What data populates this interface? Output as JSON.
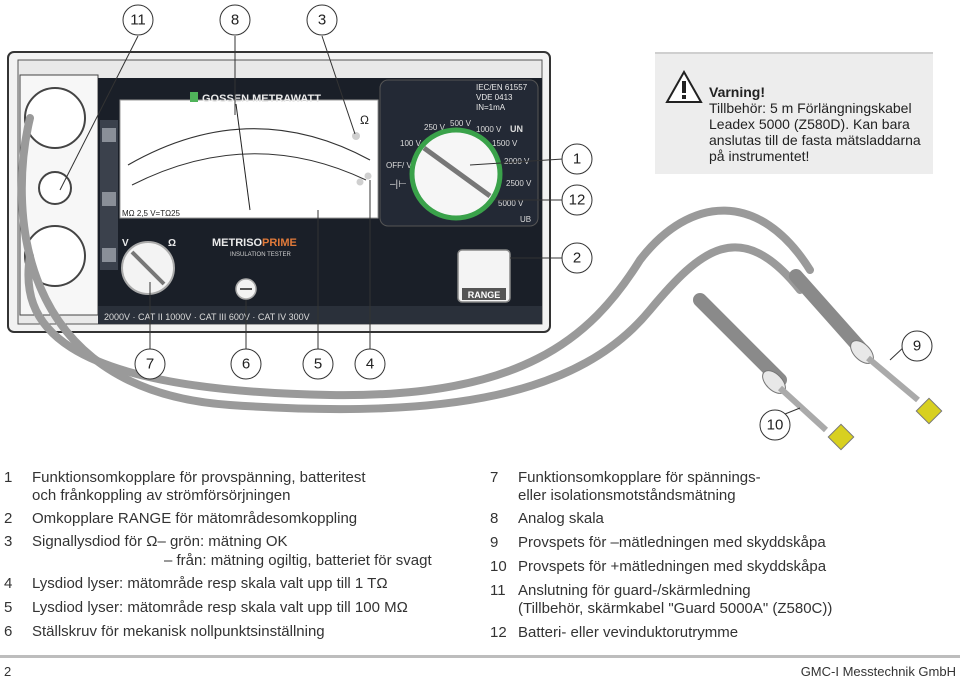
{
  "callouts": {
    "top": [
      "11",
      "8",
      "3"
    ],
    "right": [
      "1",
      "12",
      "2",
      "9",
      "10"
    ],
    "bottom": [
      "7",
      "6",
      "5",
      "4"
    ]
  },
  "device": {
    "brand": "GOSSEN METRAWATT",
    "model_a": "METRISO",
    "model_b": "PRIME",
    "model_sub": "INSULATION TESTER",
    "standard_lines": [
      "IEC/EN 61557",
      "VDE 0413",
      "IN=1mA"
    ],
    "range_label": "RANGE",
    "cat_line": "2000V · CAT II 1000V · CAT III 600V · CAT IV 300V",
    "switch_labels": [
      "OFF/ V",
      "250 V",
      "500 V",
      "100 V",
      "1000 V",
      "1500 V",
      "2000 V",
      "2500 V",
      "5000 V"
    ],
    "un_label": "UN",
    "ub_label": "UB",
    "v_label": "V",
    "ohm_label": "Ω",
    "scale_unit": "MΩ 2,5 V=TΩ25"
  },
  "warning": {
    "title": "Varning!",
    "lines": [
      "Tillbehör: 5 m Förlängningskabel",
      "Leadex 5000 (Z580D). Kan bara",
      "anslutas till de fasta mätsladdarna",
      "på instrumentet!"
    ]
  },
  "legend_left": [
    {
      "n": "1",
      "lines": [
        "Funktionsomkopplare för provspänning, batteritest",
        "och frånkoppling av strömförsörjningen"
      ]
    },
    {
      "n": "2",
      "lines": [
        "Omkopplare RANGE för mätområdesomkoppling"
      ]
    },
    {
      "n": "3",
      "lines": [
        "Signallysdiod för Ω– grön:  mätning OK",
        "– från:  mätning ogiltig, batteriet för svagt"
      ]
    },
    {
      "n": "4",
      "lines": [
        "Lysdiod lyser: mätområde resp skala valt upp till 1 TΩ"
      ]
    },
    {
      "n": "5",
      "lines": [
        "Lysdiod lyser: mätområde resp skala valt upp till 100 MΩ"
      ]
    },
    {
      "n": "6",
      "lines": [
        "Ställskruv för mekanisk nollpunktsinställning"
      ]
    }
  ],
  "legend_right": [
    {
      "n": "7",
      "lines": [
        "Funktionsomkopplare för spännings-",
        "eller isolationsmotståndsmätning"
      ]
    },
    {
      "n": "8",
      "lines": [
        "Analog skala"
      ]
    },
    {
      "n": "9",
      "lines": [
        "Provspets för –mätledningen med skyddskåpa"
      ]
    },
    {
      "n": "10",
      "lines": [
        "Provspets för +mätledningen med skyddskåpa"
      ]
    },
    {
      "n": "11",
      "lines": [
        "Anslutning för guard-/skärmledning",
        "(Tillbehör, skärmkabel \"Guard 5000A\" (Z580C))"
      ]
    },
    {
      "n": "12",
      "lines": [
        "Batteri- eller vevinduktorutrymme"
      ]
    }
  ],
  "footer": {
    "page": "2",
    "company": "GMC-I Messtechnik GmbH"
  }
}
